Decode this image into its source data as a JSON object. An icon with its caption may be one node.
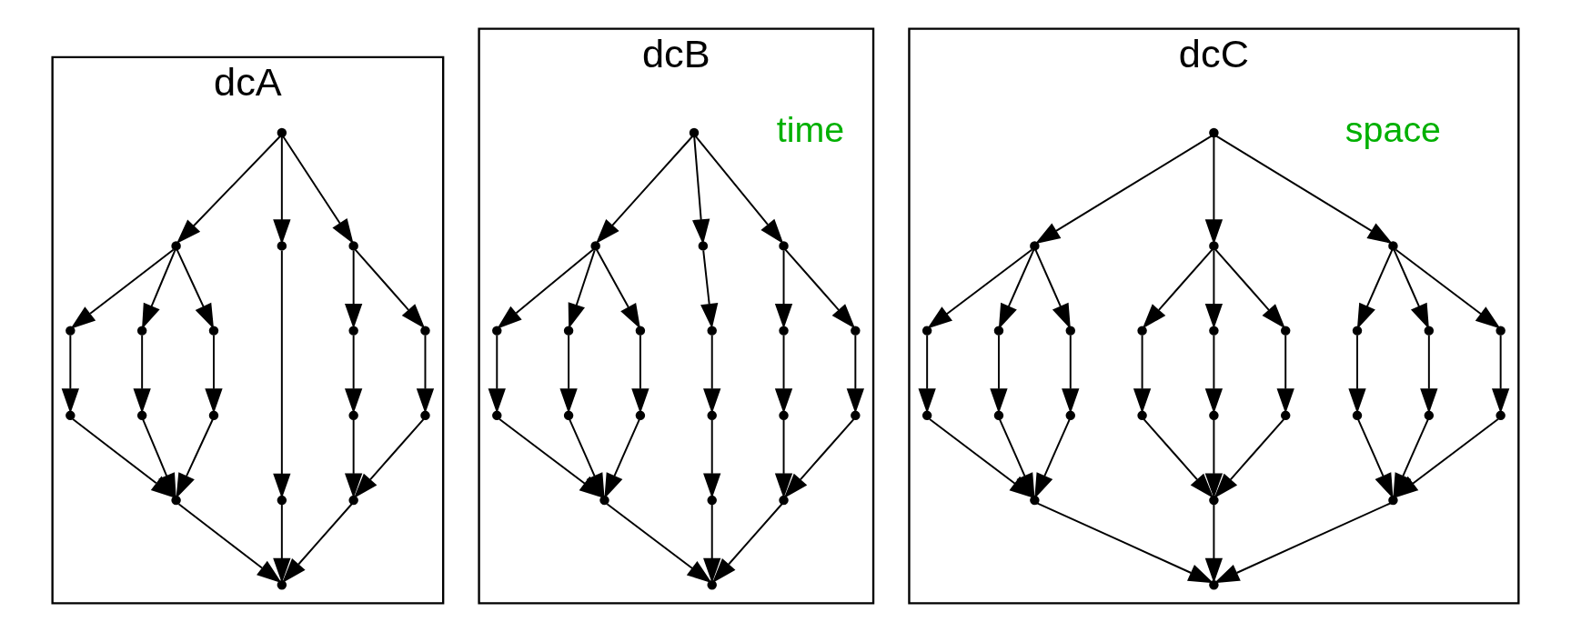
{
  "diagram": {
    "nodes": [
      {
        "text": [
          "dcA"
        ]
      },
      {
        "text": [
          "dcB"
        ]
      },
      {
        "text": [
          "dcC"
        ]
      },
      {
        "text": [],
        "shape": "point",
        "in": 0
      },
      {
        "text": [],
        "shape": "point",
        "in": 0
      },
      {
        "text": [],
        "shape": "point",
        "in": 0
      },
      {
        "text": [],
        "shape": "point",
        "in": 0
      },
      {
        "text": [],
        "shape": "point",
        "in": 0
      },
      {
        "text": [],
        "shape": "point",
        "in": 0
      },
      {
        "text": [],
        "shape": "point",
        "in": 0
      },
      {
        "text": [],
        "shape": "point",
        "in": 0
      },
      {
        "text": [],
        "shape": "point",
        "in": 0
      },
      {
        "text": [],
        "shape": "point",
        "in": 0
      },
      {
        "text": [],
        "shape": "point",
        "in": 0
      },
      {
        "text": [],
        "shape": "point",
        "in": 0
      },
      {
        "text": [],
        "shape": "point",
        "in": 0
      },
      {
        "text": [],
        "shape": "point",
        "in": 0
      },
      {
        "text": [],
        "shape": "point",
        "in": 0
      },
      {
        "text": [],
        "shape": "point",
        "in": 0
      },
      {
        "text": [],
        "shape": "point",
        "in": 0
      },
      {
        "text": [],
        "shape": "point",
        "in": 0
      },
      {
        "text": [],
        "shape": "point",
        "in": 1
      },
      {
        "text": [],
        "shape": "point",
        "in": 1
      },
      {
        "text": [],
        "shape": "point",
        "in": 1
      },
      {
        "text": [],
        "shape": "point",
        "in": 1
      },
      {
        "text": [],
        "shape": "point",
        "in": 1
      },
      {
        "text": [],
        "shape": "point",
        "in": 1
      },
      {
        "text": [],
        "shape": "point",
        "in": 1
      },
      {
        "text": [],
        "shape": "point",
        "in": 1
      },
      {
        "text": [],
        "shape": "point",
        "in": 1
      },
      {
        "text": [],
        "shape": "point",
        "in": 1
      },
      {
        "text": [],
        "shape": "point",
        "in": 1
      },
      {
        "text": [],
        "shape": "point",
        "in": 1
      },
      {
        "text": [],
        "shape": "point",
        "in": 1
      },
      {
        "text": [],
        "shape": "point",
        "in": 1
      },
      {
        "text": [],
        "shape": "point",
        "in": 1
      },
      {
        "text": [],
        "shape": "point",
        "in": 1
      },
      {
        "text": [],
        "shape": "point",
        "in": 1
      },
      {
        "text": [],
        "shape": "point",
        "in": 1
      },
      {
        "text": [],
        "shape": "point",
        "in": 1
      },
      {
        "text": [],
        "shape": "point",
        "in": 1
      },
      {
        "text": [],
        "shape": "point",
        "in": 2
      },
      {
        "text": [],
        "shape": "point",
        "in": 2
      },
      {
        "text": [],
        "shape": "point",
        "in": 2
      },
      {
        "text": [],
        "shape": "point",
        "in": 2
      },
      {
        "text": [],
        "shape": "point",
        "in": 2
      },
      {
        "text": [],
        "shape": "point",
        "in": 2
      },
      {
        "text": [],
        "shape": "point",
        "in": 2
      },
      {
        "text": [],
        "shape": "point",
        "in": 2
      },
      {
        "text": [],
        "shape": "point",
        "in": 2
      },
      {
        "text": [],
        "shape": "point",
        "in": 2
      },
      {
        "text": [],
        "shape": "point",
        "in": 2
      },
      {
        "text": [],
        "shape": "point",
        "in": 2
      },
      {
        "text": [],
        "shape": "point",
        "in": 2
      },
      {
        "text": [],
        "shape": "point",
        "in": 2
      },
      {
        "text": [],
        "shape": "point",
        "in": 2
      },
      {
        "text": [],
        "shape": "point",
        "in": 2
      },
      {
        "text": [],
        "shape": "point",
        "in": 2
      },
      {
        "text": [],
        "shape": "point",
        "in": 2
      },
      {
        "text": [],
        "shape": "point",
        "in": 2
      },
      {
        "text": [],
        "shape": "point",
        "in": 2
      },
      {
        "text": [],
        "shape": "point",
        "in": 2
      },
      {
        "text": [],
        "shape": "point",
        "in": 2
      },
      {
        "text": [],
        "shape": "point",
        "in": 2
      },
      {
        "text": [],
        "shape": "point",
        "in": 2
      },
      {
        "text": [],
        "shape": "point",
        "in": 2
      },
      {
        "text": [],
        "shape": "point",
        "in": 2
      }
    ],
    "edges": [
      {
        "from": 3,
        "to": 4,
        "arrow": "to"
      },
      {
        "from": 3,
        "to": 5,
        "arrow": "to"
      },
      {
        "from": 3,
        "to": 6,
        "arrow": "to"
      },
      {
        "from": 4,
        "to": 7,
        "arrow": "to"
      },
      {
        "from": 4,
        "to": 8,
        "arrow": "to"
      },
      {
        "from": 4,
        "to": 9,
        "arrow": "to"
      },
      {
        "from": 7,
        "to": 10,
        "arrow": "to"
      },
      {
        "from": 8,
        "to": 11,
        "arrow": "to"
      },
      {
        "from": 9,
        "to": 12,
        "arrow": "to"
      },
      {
        "from": 10,
        "to": 13,
        "arrow": "to"
      },
      {
        "from": 11,
        "to": 13,
        "arrow": "to"
      },
      {
        "from": 12,
        "to": 13,
        "arrow": "to"
      },
      {
        "from": 5,
        "to": 14,
        "arrow": "to"
      },
      {
        "from": 6,
        "to": 15,
        "arrow": "to"
      },
      {
        "from": 6,
        "to": 16,
        "arrow": "to"
      },
      {
        "from": 15,
        "to": 17,
        "arrow": "to"
      },
      {
        "from": 16,
        "to": 18,
        "arrow": "to"
      },
      {
        "from": 17,
        "to": 19,
        "arrow": "to"
      },
      {
        "from": 18,
        "to": 19,
        "arrow": "to"
      },
      {
        "from": 13,
        "to": 20,
        "arrow": "to"
      },
      {
        "from": 14,
        "to": 20,
        "arrow": "to"
      },
      {
        "from": 19,
        "to": 20,
        "arrow": "to"
      },
      {
        "from": 21,
        "to": 22,
        "arrow": "to"
      },
      {
        "from": 21,
        "to": 23,
        "arrow": "to"
      },
      {
        "from": 21,
        "to": 24,
        "arrow": "to"
      },
      {
        "from": 22,
        "to": 25,
        "arrow": "to"
      },
      {
        "from": 22,
        "to": 26,
        "arrow": "to"
      },
      {
        "from": 22,
        "to": 27,
        "arrow": "to"
      },
      {
        "from": 25,
        "to": 28,
        "arrow": "to"
      },
      {
        "from": 26,
        "to": 29,
        "arrow": "to"
      },
      {
        "from": 27,
        "to": 30,
        "arrow": "to"
      },
      {
        "from": 28,
        "to": 31,
        "arrow": "to"
      },
      {
        "from": 29,
        "to": 31,
        "arrow": "to"
      },
      {
        "from": 30,
        "to": 31,
        "arrow": "to"
      },
      {
        "from": 23,
        "to": 32,
        "arrow": "to"
      },
      {
        "from": 32,
        "to": 33,
        "arrow": "to"
      },
      {
        "from": 33,
        "to": 34,
        "arrow": "to"
      },
      {
        "from": 24,
        "to": 35,
        "arrow": "to"
      },
      {
        "from": 24,
        "to": 36,
        "arrow": "to"
      },
      {
        "from": 35,
        "to": 37,
        "arrow": "to"
      },
      {
        "from": 36,
        "to": 38,
        "arrow": "to"
      },
      {
        "from": 37,
        "to": 39,
        "arrow": "to"
      },
      {
        "from": 38,
        "to": 39,
        "arrow": "to"
      },
      {
        "from": 31,
        "to": 40,
        "arrow": "to"
      },
      {
        "from": 34,
        "to": 40,
        "arrow": "to"
      },
      {
        "from": 39,
        "to": 40,
        "arrow": "to"
      },
      {
        "from": 41,
        "to": 42,
        "arrow": "to"
      },
      {
        "from": 41,
        "to": 43,
        "arrow": "to"
      },
      {
        "from": 41,
        "to": 44,
        "arrow": "to"
      },
      {
        "from": 42,
        "to": 45,
        "arrow": "to"
      },
      {
        "from": 42,
        "to": 46,
        "arrow": "to"
      },
      {
        "from": 42,
        "to": 47,
        "arrow": "to"
      },
      {
        "from": 45,
        "to": 48,
        "arrow": "to"
      },
      {
        "from": 46,
        "to": 49,
        "arrow": "to"
      },
      {
        "from": 47,
        "to": 50,
        "arrow": "to"
      },
      {
        "from": 48,
        "to": 51,
        "arrow": "to"
      },
      {
        "from": 49,
        "to": 51,
        "arrow": "to"
      },
      {
        "from": 50,
        "to": 51,
        "arrow": "to"
      },
      {
        "from": 43,
        "to": 52,
        "arrow": "to"
      },
      {
        "from": 43,
        "to": 53,
        "arrow": "to"
      },
      {
        "from": 43,
        "to": 54,
        "arrow": "to"
      },
      {
        "from": 52,
        "to": 55,
        "arrow": "to"
      },
      {
        "from": 53,
        "to": 56,
        "arrow": "to"
      },
      {
        "from": 54,
        "to": 57,
        "arrow": "to"
      },
      {
        "from": 55,
        "to": 58,
        "arrow": "to"
      },
      {
        "from": 56,
        "to": 58,
        "arrow": "to"
      },
      {
        "from": 57,
        "to": 58,
        "arrow": "to"
      },
      {
        "from": 44,
        "to": 59,
        "arrow": "to"
      },
      {
        "from": 44,
        "to": 60,
        "arrow": "to"
      },
      {
        "from": 44,
        "to": 61,
        "arrow": "to"
      },
      {
        "from": 59,
        "to": 62,
        "arrow": "to"
      },
      {
        "from": 60,
        "to": 63,
        "arrow": "to"
      },
      {
        "from": 61,
        "to": 64,
        "arrow": "to"
      },
      {
        "from": 62,
        "to": 65,
        "arrow": "to"
      },
      {
        "from": 63,
        "to": 65,
        "arrow": "to"
      },
      {
        "from": 64,
        "to": 65,
        "arrow": "to"
      },
      {
        "from": 51,
        "to": 66,
        "arrow": "to"
      },
      {
        "from": 58,
        "to": 66,
        "arrow": "to"
      },
      {
        "from": 65,
        "to": 66,
        "arrow": "to"
      }
    ],
    "labels": [
      "time",
      "space"
    ]
  }
}
